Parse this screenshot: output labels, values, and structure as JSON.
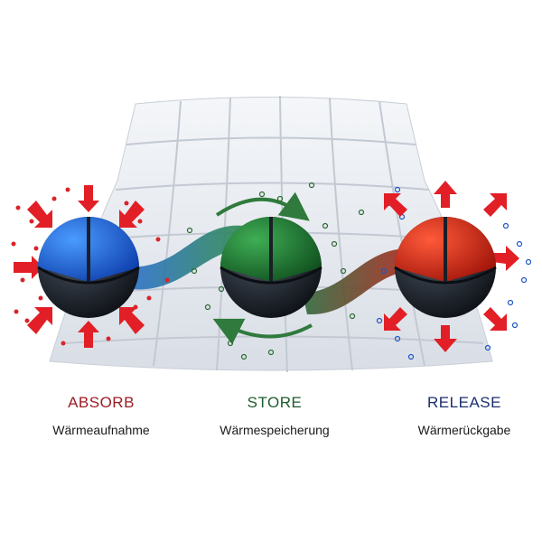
{
  "phases": [
    {
      "label": "ABSORB",
      "sub": "Wärmeaufnahme",
      "color": "#9c1c24",
      "core": "#1e5fd8"
    },
    {
      "label": "STORE",
      "sub": "Wärmespeicherung",
      "color": "#1d5c2c",
      "core": "#1d7a2e"
    },
    {
      "label": "RELEASE",
      "sub": "Wärmerückgabe",
      "color": "#1b2f6e",
      "core": "#d22a1c"
    }
  ]
}
